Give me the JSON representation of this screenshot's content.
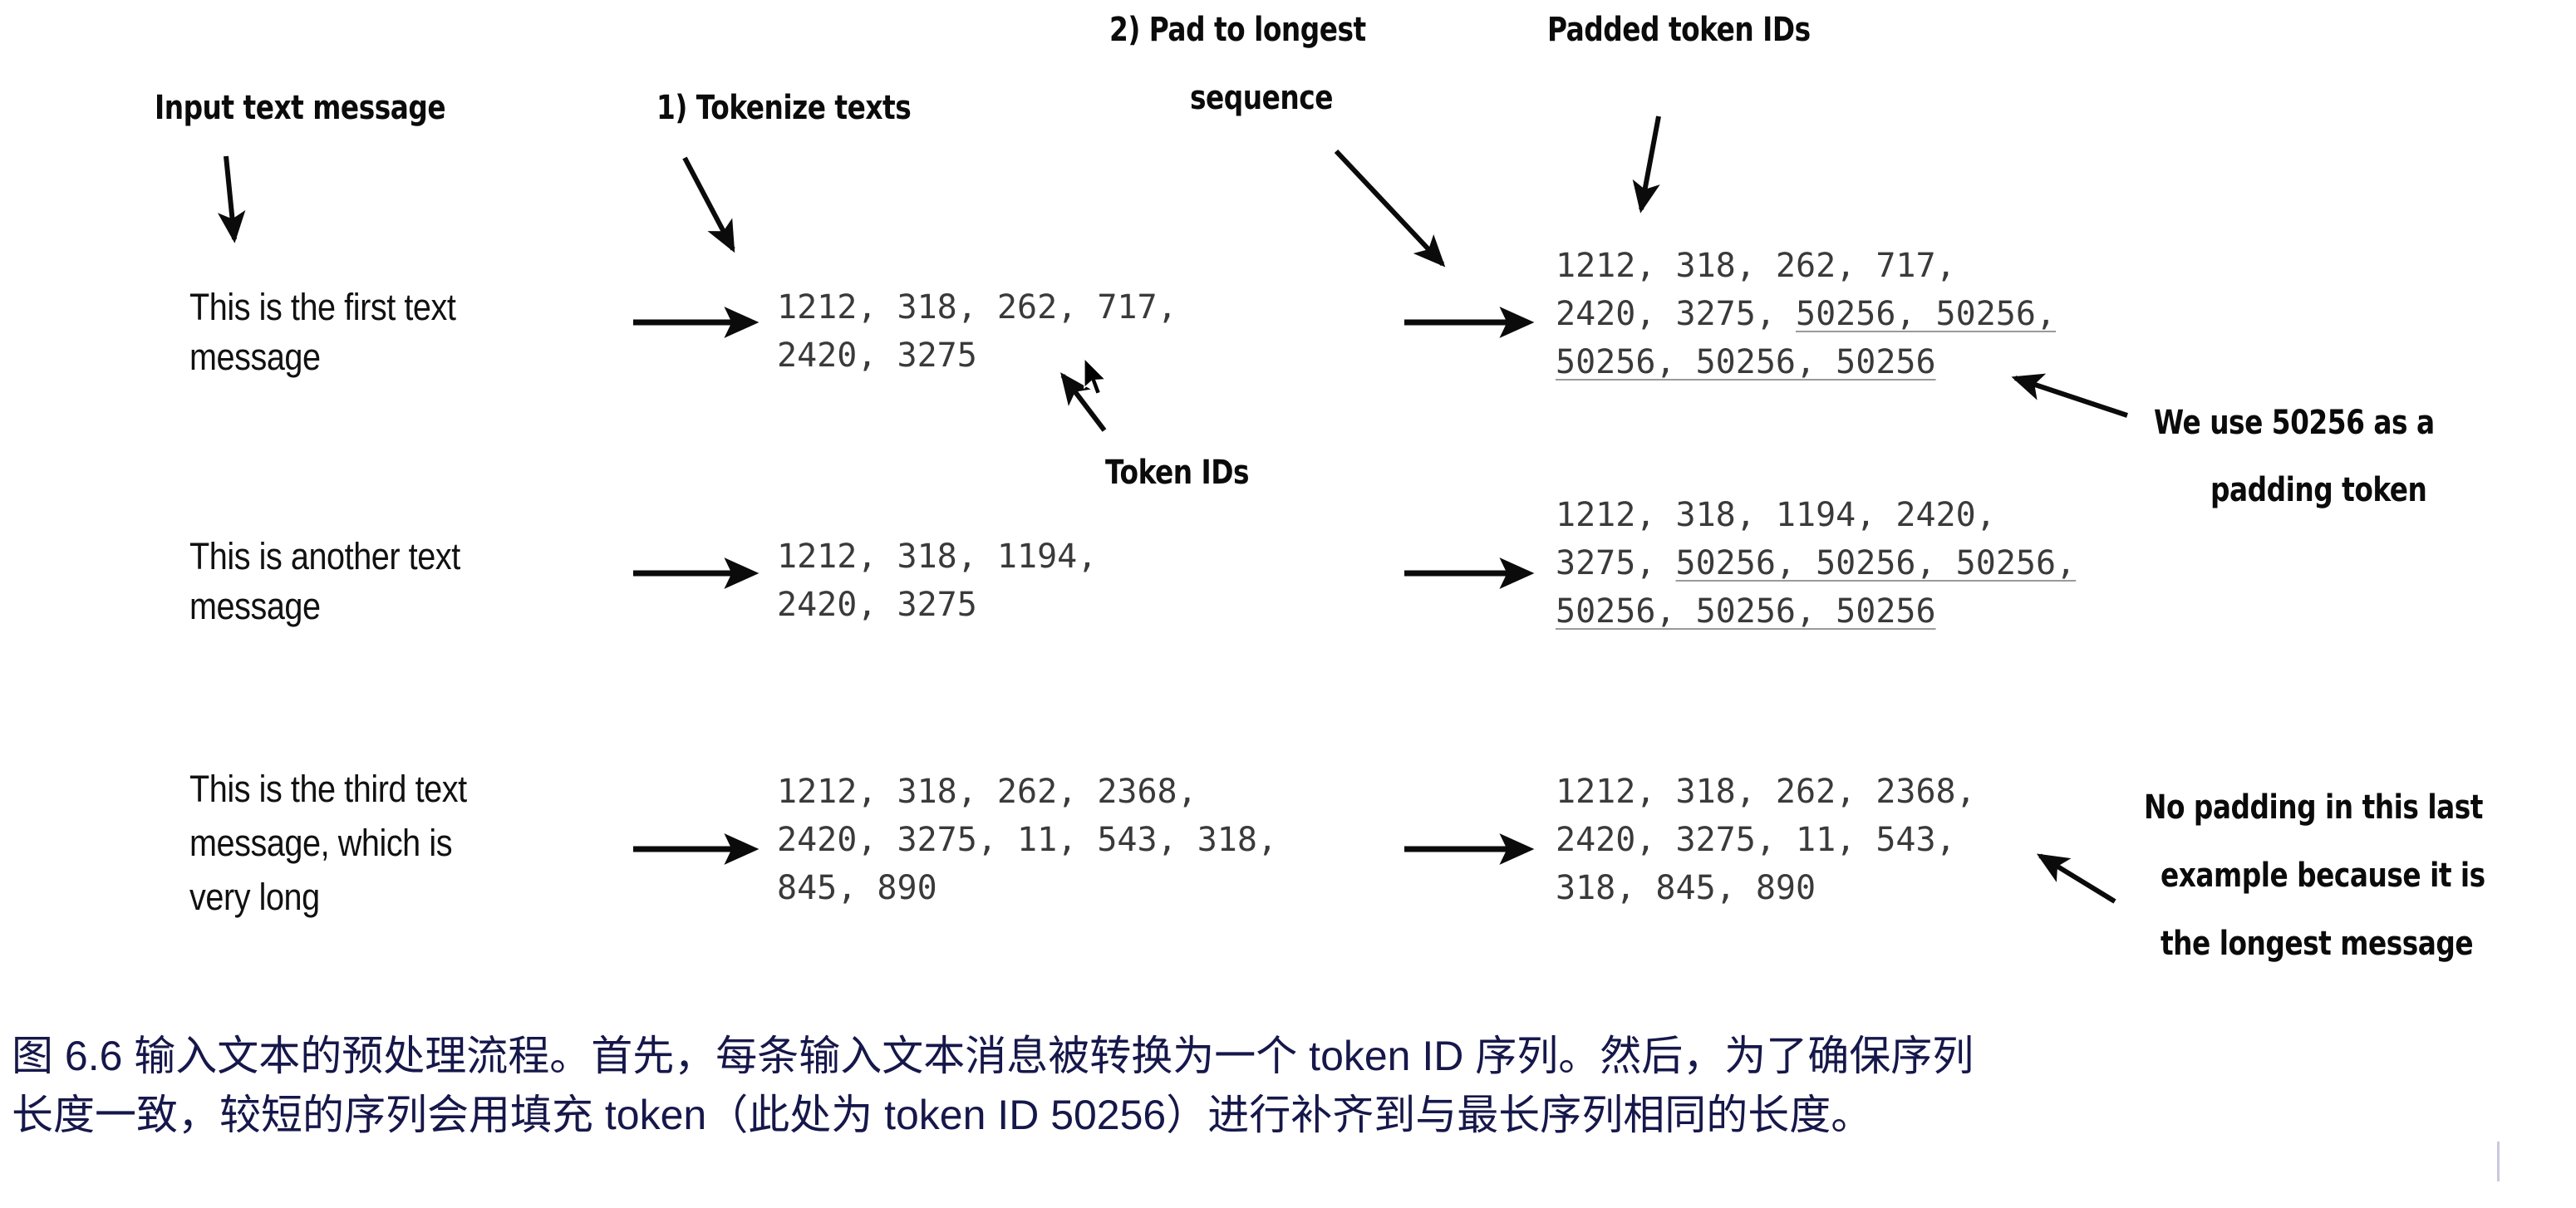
{
  "figure": {
    "headers": {
      "input_text_message": "Input text message",
      "tokenize_texts": "1) Tokenize texts",
      "pad_to_longest_line1": "2) Pad to longest",
      "pad_to_longest_line2": "sequence",
      "padded_token_ids": "Padded token IDs",
      "token_ids": "Token IDs"
    },
    "annotations": {
      "padding_note_line1": "We use 50256 as a",
      "padding_note_line2": "padding token",
      "no_padding_note_line1": "No padding in this last",
      "no_padding_note_line2": "example because it is",
      "no_padding_note_line3": "the longest message"
    },
    "rows": [
      {
        "message_line1": "This is the first text",
        "message_line2": "message",
        "token_ids_line1": "1212, 318, 262, 717,",
        "token_ids_line2": "2420, 3275",
        "padded_line1_plain": "1212, 318, 262, 717,",
        "padded_line2_plain": "2420, 3275, ",
        "padded_line2_pad": "50256, 50256,",
        "padded_line3_pad": "50256, 50256, 50256"
      },
      {
        "message_line1": "This is another text",
        "message_line2": "message",
        "token_ids_line1": "1212, 318, 1194,",
        "token_ids_line2": "2420, 3275",
        "padded_line1_plain": "1212, 318, 1194, 2420,",
        "padded_line2_plain": "3275, ",
        "padded_line2_pad": "50256, 50256, 50256,",
        "padded_line3_pad": "50256, 50256, 50256"
      },
      {
        "message_line1": "This is the third text",
        "message_line2": "message, which is",
        "message_line3": "very long",
        "token_ids_line1": "1212, 318, 262, 2368,",
        "token_ids_line2": "2420, 3275, 11, 543, 318,",
        "token_ids_line3": "845, 890",
        "padded_line1_plain": "1212, 318, 262, 2368,",
        "padded_line2_plain": "2420, 3275, 11, 543,",
        "padded_line3_plain": "318, 845, 890"
      }
    ],
    "caption_line1": "图 6.6 输入文本的预处理流程。首先，每条输入文本消息被转换为一个 token ID 序列。然后，为了确保序列",
    "caption_line2": "长度一致，较短的序列会用填充 token（此处为 token ID 50256）进行补齐到与最长序列相同的长度。",
    "colors": {
      "caption_text": "#16174a",
      "body_text": "#111111",
      "mono_text": "#3a3a3a",
      "header_text": "#0b0b0b",
      "underline": "#9a9a9a",
      "background": "#ffffff"
    },
    "icons": {
      "flow_arrow": "right-arrow-icon",
      "pointer_arrow": "diagonal-arrow-icon",
      "mouse_cursor": "mouse-cursor-icon",
      "text_caret": "text-caret-icon"
    }
  }
}
